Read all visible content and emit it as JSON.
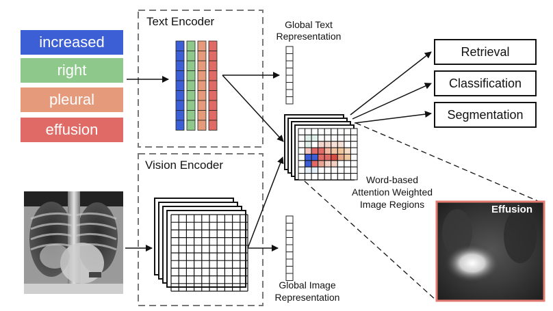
{
  "words": [
    {
      "text": "increased",
      "color": "#3d5fd6"
    },
    {
      "text": "right",
      "color": "#8ec98b"
    },
    {
      "text": "pleural",
      "color": "#e69a7c"
    },
    {
      "text": "effusion",
      "color": "#e06b66"
    }
  ],
  "text_encoder": {
    "title": "Text Encoder",
    "column_colors": [
      "#3d5fd6",
      "#8ec98b",
      "#e69a7c",
      "#e06b66"
    ]
  },
  "vision_encoder": {
    "title": "Vision Encoder"
  },
  "global_text": {
    "line1": "Global Text",
    "line2": "Representation"
  },
  "global_image": {
    "line1": "Global Image",
    "line2": "Representation"
  },
  "attention": {
    "line1": "Word-based",
    "line2": "Attention Weighted",
    "line3": "Image Regions"
  },
  "tasks": [
    "Retrieval",
    "Classification",
    "Segmentation"
  ],
  "segmentation_label": "Effusion",
  "colors": {
    "zoom_border": "#e37a70",
    "grid_line": "#111111",
    "dashed_box": "#777777"
  }
}
